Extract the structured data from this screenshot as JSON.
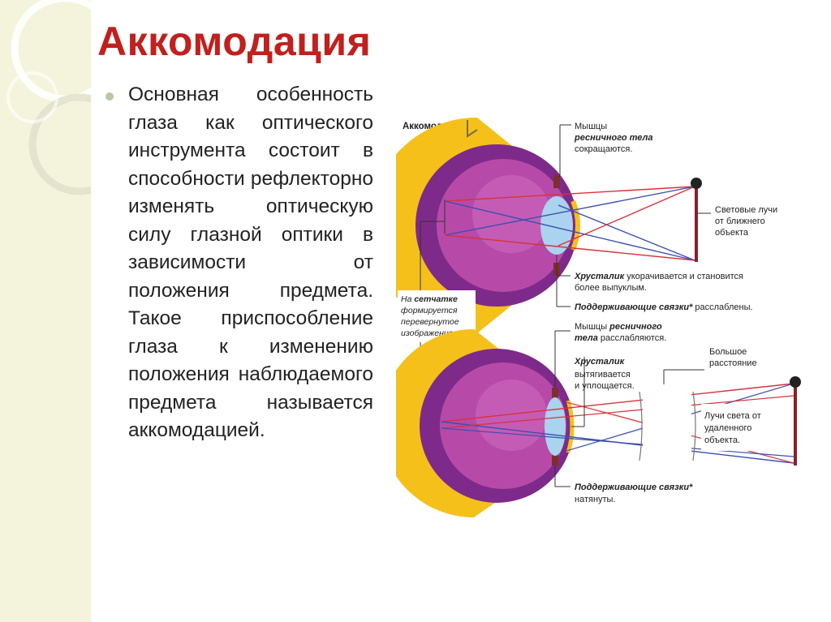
{
  "slide": {
    "title": "Аккомодация",
    "body": "Основная особенность глаза как оптического инструмента состоит в способности рефлекторно изменять оптическую силу глазной оптики в зависимости от положения предмета. Такое приспособление глаза к изменению положения наблюдаемого предмета называется аккомодацией."
  },
  "figure": {
    "header": "Аккомодация",
    "top": {
      "muscles_1": "Мышцы",
      "muscles_2": "ресничного тела",
      "muscles_3": "сокращаются.",
      "rays_1": "Световые лучи",
      "rays_2": "от ближнего",
      "rays_3": "объекта",
      "lens_a": "Хрусталик",
      "lens_b": " укорачивается и становится",
      "lens_c": "более выпуклым.",
      "lig_a": "Поддерживающие связки*",
      "lig_b": " расслаблены."
    },
    "retina": {
      "l1a": "На ",
      "l1b": "сетчатке",
      "l2": "формируется",
      "l3": "перевернутое",
      "l4": "изображение."
    },
    "bottom": {
      "muscles_1a": "Мышцы ",
      "muscles_1b": "ресничного",
      "muscles_2a": "тела",
      "muscles_2b": " расслабляются.",
      "lens_1": "Хрусталик",
      "lens_2": "вытягивается",
      "lens_3": "и уплощается.",
      "dist_1": "Большое",
      "dist_2": "расстояние",
      "rays_1": "Лучи света от",
      "rays_2": "удаленного",
      "rays_3": "объекта.",
      "lig_1": "Поддерживающие связки*",
      "lig_2": "натянуты."
    },
    "colors": {
      "eye_outer": "#f5c01a",
      "eye_inner": "#9b2f8f",
      "lens": "#a9d3ee",
      "ray_red": "#d8323a",
      "ray_blue": "#3d4fb0",
      "object": "#8a1f2a"
    }
  }
}
